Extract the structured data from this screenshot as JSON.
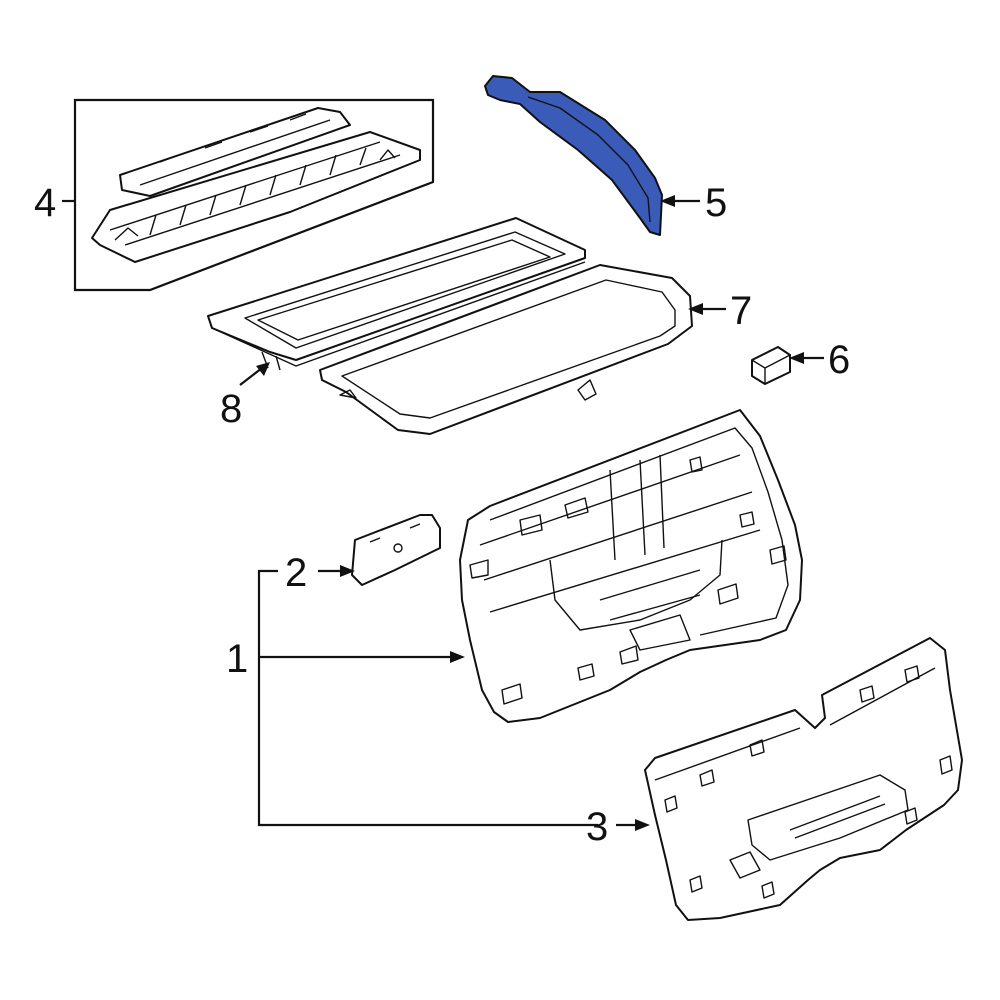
{
  "callouts": {
    "c1": "1",
    "c2": "2",
    "c3": "3",
    "c4": "4",
    "c5": "5",
    "c6": "6",
    "c7": "7",
    "c8": "8"
  },
  "colors": {
    "highlight": "#3b5bb8",
    "line": "#111111",
    "background": "#ffffff"
  }
}
